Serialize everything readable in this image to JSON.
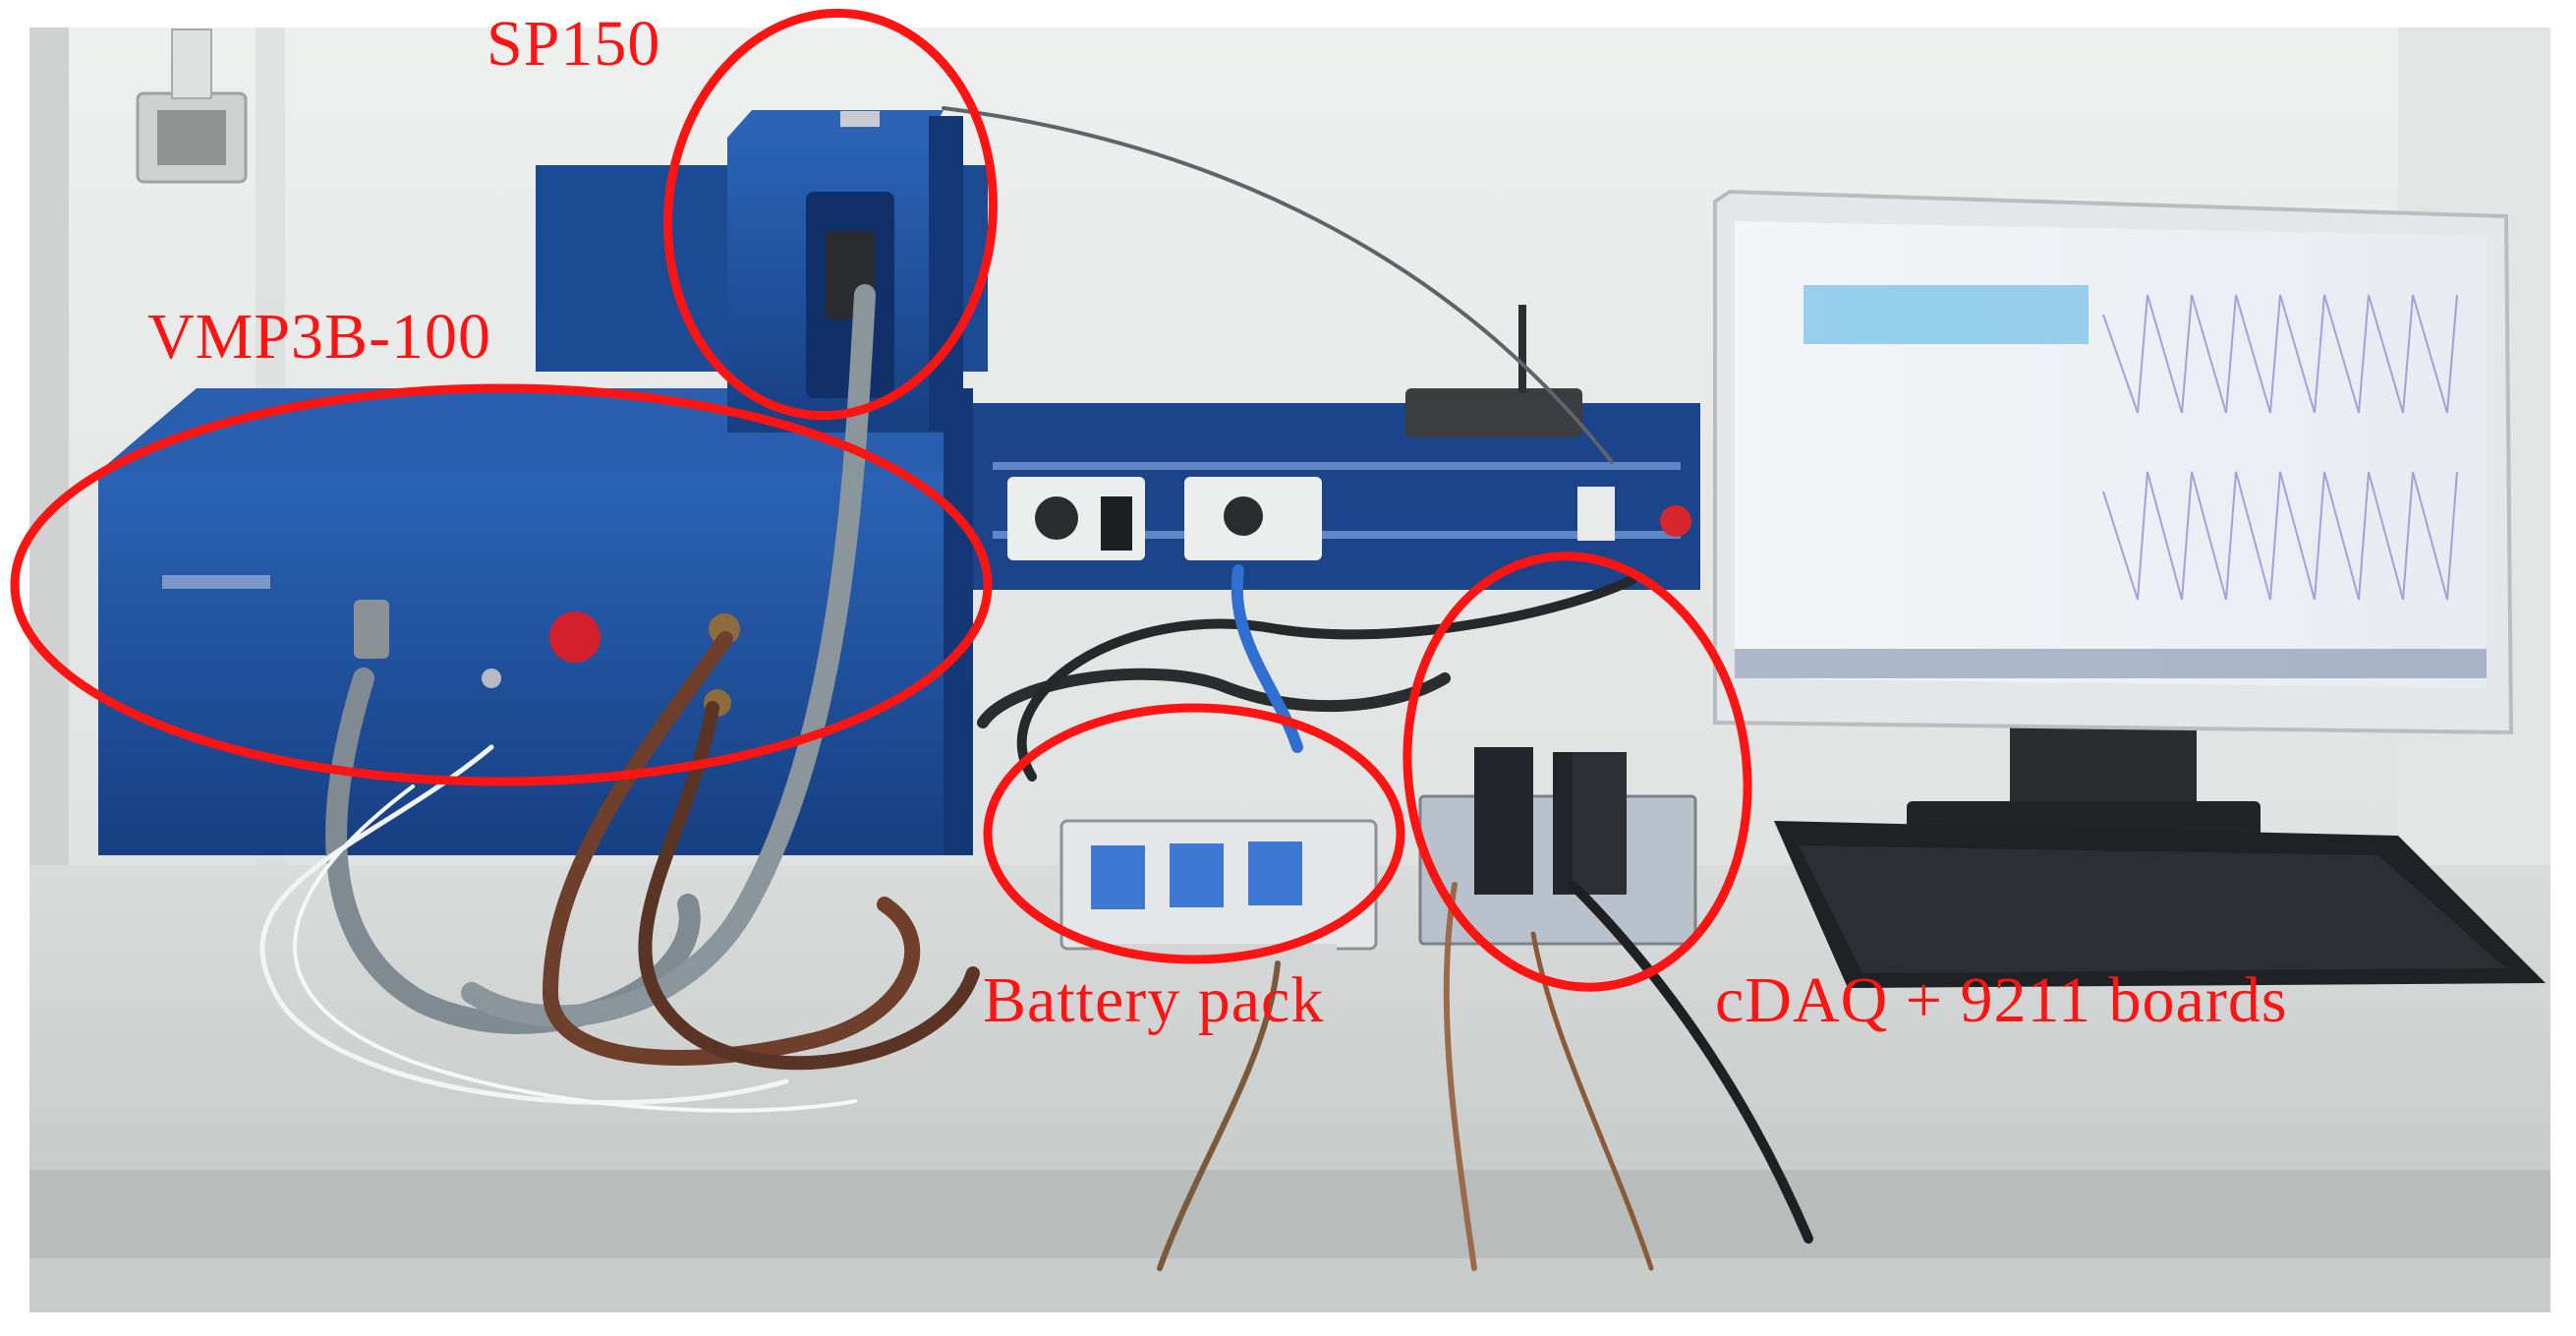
{
  "labels": {
    "sp150": "SP150",
    "vmp3b": "VMP3B-100",
    "battery_pack": "Battery pack",
    "cdaq": "cDAQ + 9211 boards"
  },
  "colors": {
    "annotation": "#ff1414",
    "wall": "#e9ebea",
    "table": "#cfd3d1",
    "instrument_blue": "#1d4f9a",
    "monitor_frame": "#e6e8ea",
    "keyboard": "#1f2124"
  }
}
